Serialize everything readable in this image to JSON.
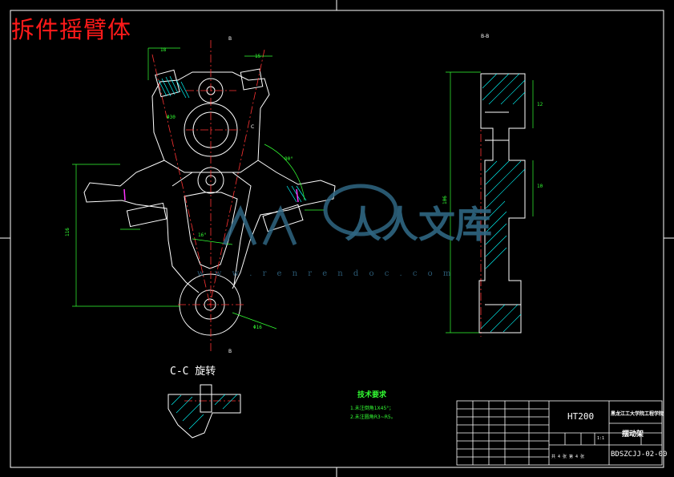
{
  "title": "拆件摇臂体",
  "view_labels": {
    "section_cc": "C-C 旋转",
    "section_bb": "B-B",
    "label_b_top": "B",
    "label_b_bottom": "B",
    "label_c": "C"
  },
  "technical_requirements": {
    "heading": "技术要求",
    "items": [
      "1.未注倒角1X45°；",
      "2.未注圆角R3~R5。"
    ]
  },
  "title_block": {
    "material": "HT200",
    "school": "黑龙江工大学院工程学院",
    "part_name": "摆动架",
    "drawing_no": "BDSZCJJ-02-00",
    "scale": "1:1",
    "sheet_info": "共 4 张  第 4 张"
  },
  "watermark": {
    "brand": "人人文库",
    "url": "w w w . r e n r e n d o c . c o m"
  },
  "colors": {
    "background": "#000000",
    "outline": "#ffffff",
    "centerline": "#ff3333",
    "dimension": "#33ff33",
    "hatch": "#00ffff",
    "accent_magenta": "#ff33ff",
    "title_red": "#ff1a1a"
  }
}
